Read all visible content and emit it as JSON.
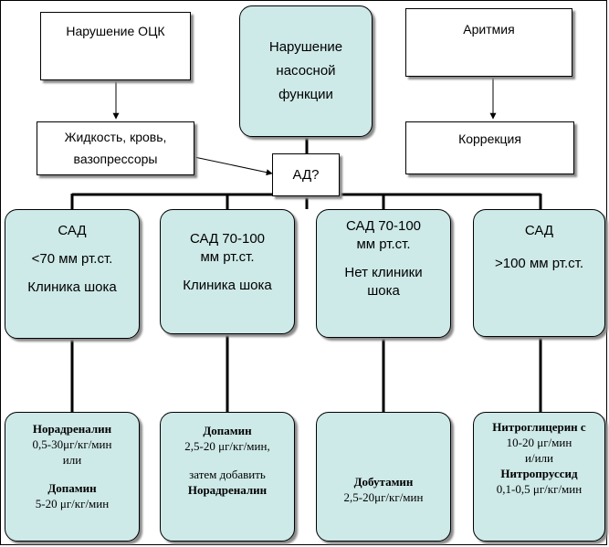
{
  "boxes": {
    "volume_disorder": "Нарушение ОЦК",
    "pump_dysfunction": [
      "Нарушение",
      "насосной",
      "функции"
    ],
    "arrhythmia": "Аритмия",
    "fluids": [
      "Жидкость, кровь,",
      "вазопрессоры"
    ],
    "correction": "Коррекция",
    "bp": "АД?"
  },
  "branches": [
    {
      "condition": [
        "САД",
        "<70 мм рт.ст.",
        "Клиника шока"
      ],
      "treatment": [
        "Норадреналин",
        "0,5-30μг/кг/мин",
        "или",
        "Допамин",
        "5-20 μг/кг/мин"
      ]
    },
    {
      "condition": [
        "САД 70-100",
        "мм рт.ст.",
        "Клиника шока"
      ],
      "treatment": [
        "Допамин",
        "2,5-20 μг/кг/мин,",
        "затем добавить",
        "Норадреналин"
      ]
    },
    {
      "condition": [
        "САД 70-100",
        "мм рт.ст.",
        "Нет клиники",
        "шока"
      ],
      "treatment": [
        "Добутамин",
        "2,5-20μг/кг/мин"
      ]
    },
    {
      "condition": [
        "САД",
        ">100 мм рт.ст."
      ],
      "treatment": [
        "Нитроглицерин с",
        "10-20 μг/мин",
        "и/или",
        "Нитропруссид",
        "0,1-0,5 μг/кг/мин"
      ]
    }
  ]
}
